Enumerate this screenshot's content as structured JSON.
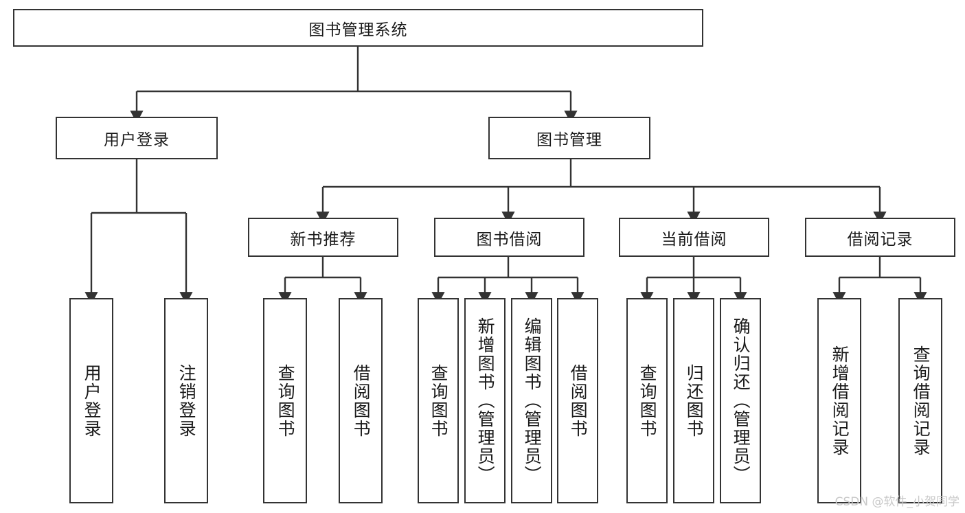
{
  "diagram": {
    "title": "图书管理系统",
    "watermark": "CSDN @软件_小贺同学",
    "root": {
      "label": "图书管理系统"
    },
    "level1": [
      {
        "label": "用户登录"
      },
      {
        "label": "图书管理"
      }
    ],
    "level2": [
      {
        "label": "新书推荐"
      },
      {
        "label": "图书借阅"
      },
      {
        "label": "当前借阅"
      },
      {
        "label": "借阅记录"
      }
    ],
    "leaves_user_login": [
      {
        "label": "用户登录"
      },
      {
        "label": "注销登录"
      }
    ],
    "leaves_new_book": [
      {
        "label": "查询图书"
      },
      {
        "label": "借阅图书"
      }
    ],
    "leaves_borrow": [
      {
        "label": "查询图书"
      },
      {
        "label": "新增图书（管理员）"
      },
      {
        "label": "编辑图书（管理员）"
      },
      {
        "label": "借阅图书"
      }
    ],
    "leaves_current": [
      {
        "label": "查询图书"
      },
      {
        "label": "归还图书"
      },
      {
        "label": "确认归还（管理员）"
      }
    ],
    "leaves_records": [
      {
        "label": "新增借阅记录"
      },
      {
        "label": "查询借阅记录"
      }
    ],
    "colors": {
      "stroke": "#333333",
      "fill": "#ffffff",
      "text": "#1a1a1a",
      "watermark": "#c9c9c9"
    }
  }
}
